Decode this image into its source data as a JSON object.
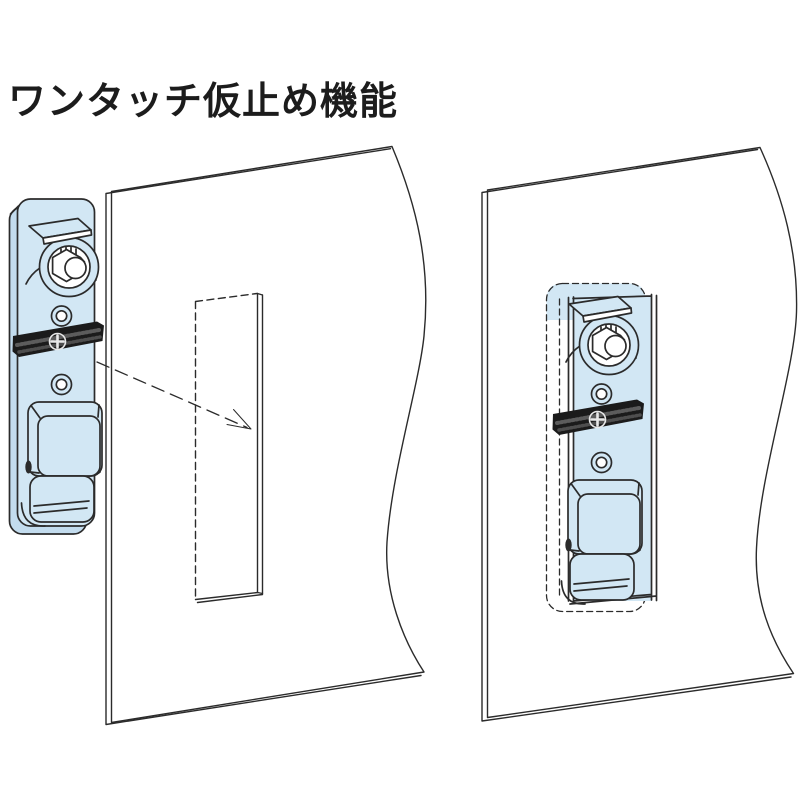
{
  "title": {
    "text": "ワンタッチ仮止め機能"
  },
  "colors": {
    "background": "#ffffff",
    "outline": "#2b2b2b",
    "device_fill": "#d2e7f4",
    "device_side_fill": "#c3dcee",
    "panel_fill": "#ffffff",
    "strap_fill": "#1b1b1b",
    "strap_detail": "#e8e8e8",
    "hole_fill": "#ffffff"
  },
  "diagram": {
    "left_figure": {
      "device": "one-touch latch unit before insertion",
      "panel": "mounting panel with rectangular slot",
      "arrow": "insertion direction arrow"
    },
    "right_figure": {
      "device": "latch unit temporarily fixed in slot",
      "panel": "mounting panel"
    }
  }
}
